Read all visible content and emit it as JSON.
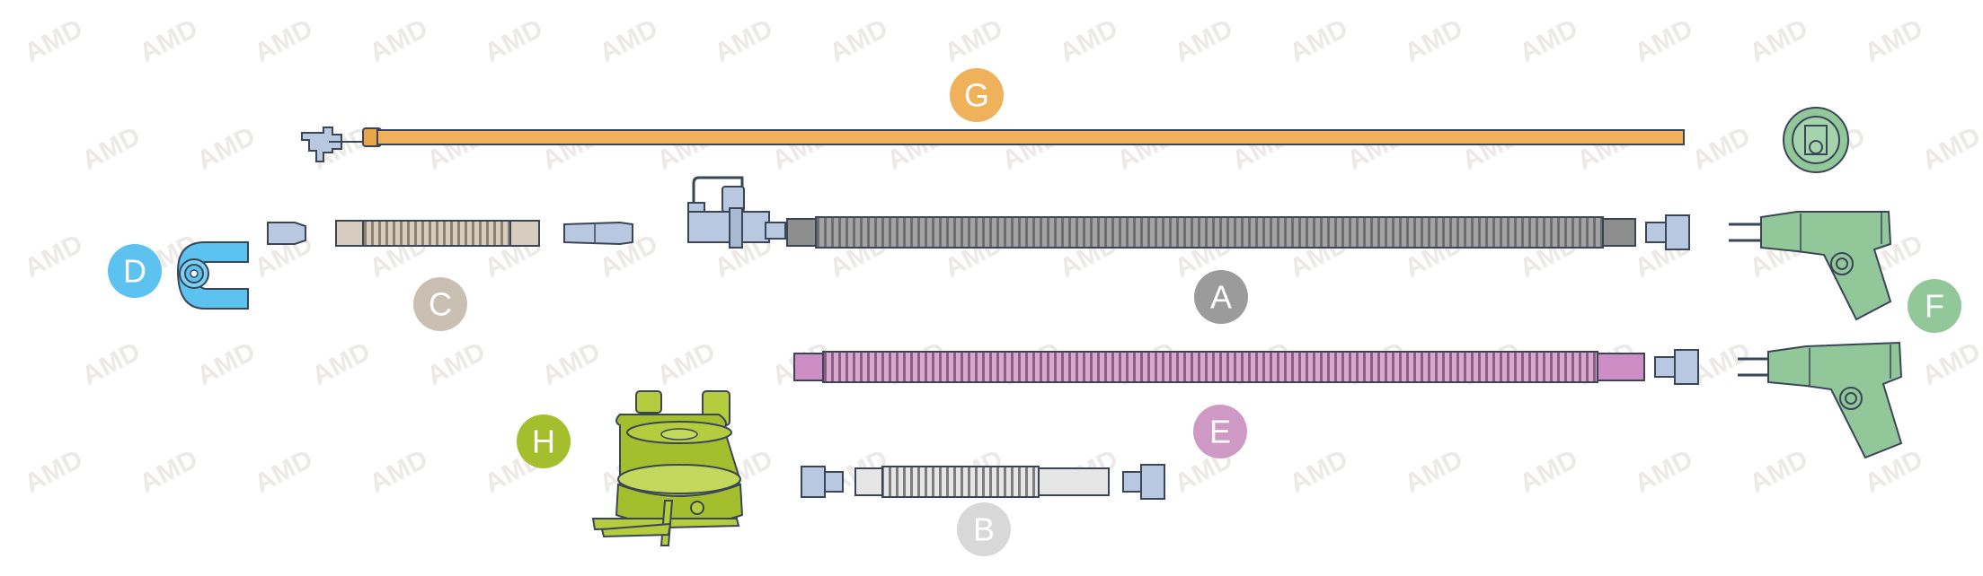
{
  "watermark": "AMD",
  "colors": {
    "A": "#9b9b9b",
    "B": "#d8d8d8",
    "C": "#c9c0b3",
    "D": "#5cc2ef",
    "E": "#cf99c6",
    "F": "#92c79a",
    "G": "#efb25a",
    "H": "#a4be2d",
    "connector": "#b8c8e0",
    "outline": "#3a4658"
  },
  "labels": {
    "A": "A",
    "B": "B",
    "C": "C",
    "D": "D",
    "E": "E",
    "F": "F",
    "G": "G",
    "H": "H"
  }
}
